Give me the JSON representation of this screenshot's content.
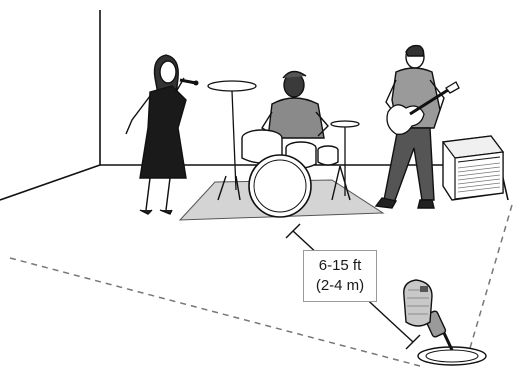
{
  "diagram": {
    "distance": {
      "feet": "6-15 ft",
      "meters": "(2-4 m)"
    },
    "figures": [
      "singer-with-handheld-mic",
      "drummer-with-drum-kit",
      "guitarist-with-electric-guitar",
      "guitar-amplifier",
      "boundary-microphone-on-stand"
    ],
    "colors": {
      "line": "#111111",
      "rug": "#d4d4d4",
      "floor_guide": "#777777",
      "label_border": "#9a9a9a"
    }
  }
}
